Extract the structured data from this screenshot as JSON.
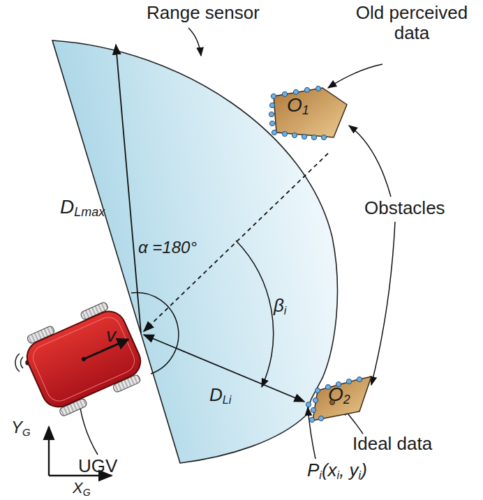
{
  "diagram": {
    "nodes": [
      {
        "text": [
          "O",
          "1"
        ]
      },
      {
        "text": [
          "O",
          "2"
        ]
      },
      {
        "text": [
          "v"
        ]
      }
    ],
    "labels": [
      "Range sensor",
      "Old perceived data",
      "Obstacles",
      "D",
      "Lmax",
      "α =180°",
      "β",
      "i",
      "D",
      "Li",
      "Ideal data",
      "P",
      "i",
      "(x",
      "i",
      ", y",
      "i",
      ")",
      "UGV",
      "Y",
      "G",
      "X",
      "G"
    ]
  }
}
